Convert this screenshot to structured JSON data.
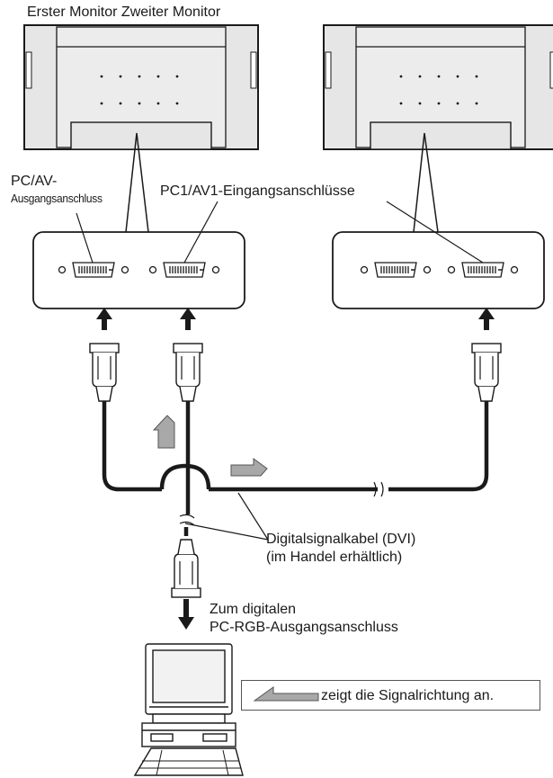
{
  "diagram": {
    "title": "Erster Monitor Zweiter Monitor",
    "output_label_line1": "PC/AV-",
    "output_label_line2": "Ausgangsanschluss",
    "input_label": "PC1/AV1-Eingangsanschlüsse",
    "cable_label_line1": "Digitalsignalkabel (DVI)",
    "cable_label_line2": "(im Handel erhältlich)",
    "pc_label_line1": "Zum digitalen",
    "pc_label_line2": "PC-RGB-Ausgangsanschluss",
    "legend_text": "zeigt die Signalrichtung an."
  },
  "colors": {
    "line": "#1a1a1a",
    "monitor_fill": "#e6e6e6",
    "arrow_fill": "#a8a8a8"
  }
}
